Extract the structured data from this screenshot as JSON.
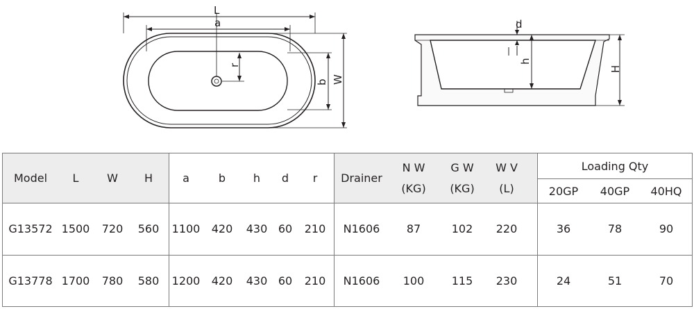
{
  "dimension_labels": {
    "L": "L",
    "a": "a",
    "r": "r",
    "b": "b",
    "W": "W",
    "d": "d",
    "h": "h",
    "H": "H"
  },
  "table": {
    "headers": {
      "model": "Model",
      "L": "L",
      "W": "W",
      "H": "H",
      "a": "a",
      "b": "b",
      "h": "h",
      "d": "d",
      "r": "r",
      "drainer": "Drainer",
      "nw_line1": "N W",
      "nw_line2": "(KG)",
      "gw_line1": "G W",
      "gw_line2": "(KG)",
      "wv_line1": "W V",
      "wv_line2": "(L)",
      "loading_qty": "Loading Qty",
      "gp20": "20GP",
      "gp40": "40GP",
      "hq40": "40HQ"
    },
    "rows": [
      {
        "model": "G13572",
        "L": "1500",
        "W": "720",
        "H": "560",
        "a": "1100",
        "b": "420",
        "h": "430",
        "d": "60",
        "r": "210",
        "drainer": "N1606",
        "nw": "87",
        "gw": "102",
        "wv": "220",
        "gp20": "36",
        "gp40": "78",
        "hq40": "90"
      },
      {
        "model": "G13778",
        "L": "1700",
        "W": "780",
        "H": "580",
        "a": "1200",
        "b": "420",
        "h": "430",
        "d": "60",
        "r": "210",
        "drainer": "N1606",
        "nw": "100",
        "gw": "115",
        "wv": "230",
        "gp20": "24",
        "gp40": "51",
        "hq40": "70"
      }
    ]
  }
}
